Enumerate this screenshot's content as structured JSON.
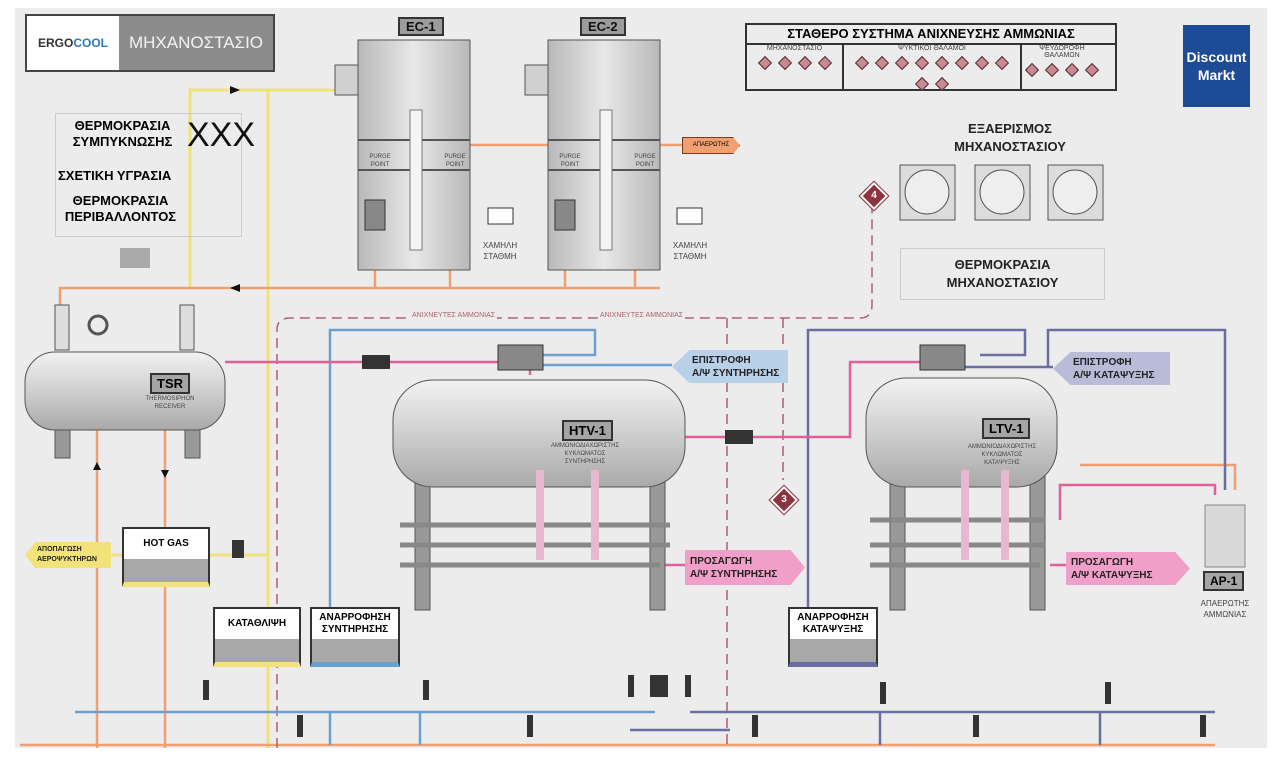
{
  "header": {
    "logo_text_1": "ERGO",
    "logo_text_2": "COOL",
    "title": "ΜΗΧΑΝΟΣΤΑΣΙΟ"
  },
  "info_panel": {
    "condensing_temp_label_1": "ΘΕΡΜΟΚΡΑΣΙΑ",
    "condensing_temp_label_2": "ΣΥΜΠΥΚΝΩΣΗΣ",
    "condensing_temp_value": "XXX",
    "humidity_label": "ΣΧΕΤΙΚΗ ΥΓΡΑΣΙΑ",
    "ambient_temp_label_1": "ΘΕΡΜΟΚΡΑΣΙΑ",
    "ambient_temp_label_2": "ΠΕΡΙΒΑΛΛΟΝΤΟΣ"
  },
  "condensers": [
    {
      "id": "EC-1",
      "purge_left": "PURGE POINT",
      "purge_right": "PURGE POINT",
      "low_level": "ΧΑΜΗΛΗ ΣΤΑΘΜΗ"
    },
    {
      "id": "EC-2",
      "purge_left": "PURGE POINT",
      "purge_right": "PURGE POINT",
      "low_level": "ΧΑΜΗΛΗ ΣΤΑΘΜΗ"
    }
  ],
  "purger_tag": "ΑΠΑΕΡΩΤΗΣ",
  "detection": {
    "title": "ΣΤΑΘΕΡΟ ΣΥΣΤΗΜΑ ΑΝΙΧΝΕΥΣΗΣ ΑΜΜΩΝΙΑΣ",
    "groups": [
      {
        "label": "ΜΗΧΑΝΟΣΤΑΣΙΟ",
        "sensors": 4
      },
      {
        "label": "ΨΥΚΤΙΚΟΙ ΘΑΛΑΜΟΙ",
        "sensors": 10
      },
      {
        "label": "ΨΕΥΔΟΡΟΦΗ ΘΑΛΑΜΩΝ",
        "sensors": 4
      }
    ],
    "sensor_color": "#c88a92"
  },
  "brand": {
    "line1": "Discount",
    "line2": "Markt",
    "color": "#1d4b95"
  },
  "ventilation": {
    "title_1": "ΕΞΑΕΡΙΣΜΟΣ",
    "title_2": "ΜΗΧΑΝΟΣΤΑΣΙΟΥ",
    "fans": 3
  },
  "room_temp": {
    "label_1": "ΘΕΡΜΟΚΡΑΣΙΑ",
    "label_2": "ΜΗΧΑΝΟΣΤΑΣΙΟΥ"
  },
  "detector_line_labels": [
    "ΑΝΙΧΝΕΥΤΕΣ ΑΜΜΩΝΙΑΣ",
    "ΑΝΙΧΝΕΥΤΕΣ ΑΜΜΩΝΙΑΣ"
  ],
  "markers": [
    "4",
    "3"
  ],
  "vessels": {
    "tsr": {
      "id": "TSR",
      "desc_1": "THERMOSIPHON",
      "desc_2": "RECEIVER"
    },
    "htv": {
      "id": "HTV-1",
      "desc_1": "ΑΜΜΩΝΙΟΔΙΑΧΩΡΙΣΤΗΣ",
      "desc_2": "ΚΥΚΛΩΜΑΤΟΣ",
      "desc_3": "ΣΥΝΤΗΡΗΣΗΣ"
    },
    "ltv": {
      "id": "LTV-1",
      "desc_1": "ΑΜΜΩΝΙΟΔΙΑΧΩΡΙΣΤΗΣ",
      "desc_2": "ΚΥΚΛΩΜΑΤΟΣ",
      "desc_3": "ΚΑΤΑΨΥΞΗΣ"
    },
    "ap": {
      "id": "AP-1",
      "desc_1": "ΑΠΑΕΡΩΤΗΣ",
      "desc_2": "ΑΜΜΩΝΙΑΣ"
    }
  },
  "tags": {
    "return_chill_1": "ΕΠΙΣΤΡΟΦΗ",
    "return_chill_2": "Α/Ψ ΣΥΝΤΗΡΗΣΗΣ",
    "return_freeze_1": "ΕΠΙΣΤΡΟΦΗ",
    "return_freeze_2": "Α/Ψ ΚΑΤΑΨΥΞΗΣ",
    "supply_chill_1": "ΠΡΟΣΑΓΩΓΗ",
    "supply_chill_2": "Α/Ψ ΣΥΝΤΗΡΗΣΗΣ",
    "supply_freeze_1": "ΠΡΟΣΑΓΩΓΗ",
    "supply_freeze_2": "Α/Ψ ΚΑΤΑΨΥΞΗΣ",
    "defrost_1": "ΑΠΟΠΑΓΩΣΗ",
    "defrost_2": "ΑΕΡΟΨΥΚΤΗΡΩΝ"
  },
  "headers": {
    "hot_gas": "HOT GAS",
    "discharge": "ΚΑΤΑΘΛΙΨΗ",
    "suction_chill_1": "ΑΝΑΡΡΟΦΗΣΗ",
    "suction_chill_2": "ΣΥΝΤΗΡΗΣΗΣ",
    "suction_freeze_1": "ΑΝΑΡΡΟΦΗΣΗ",
    "suction_freeze_2": "ΚΑΤΑΨΥΞΗΣ"
  },
  "colors": {
    "hot_gas": "#f2e27a",
    "discharge_liquid": "#f0a070",
    "chill": "#6aa0d0",
    "freeze": "#6a6ea0",
    "pumped": "#e0609a",
    "detector": "#b06070"
  }
}
